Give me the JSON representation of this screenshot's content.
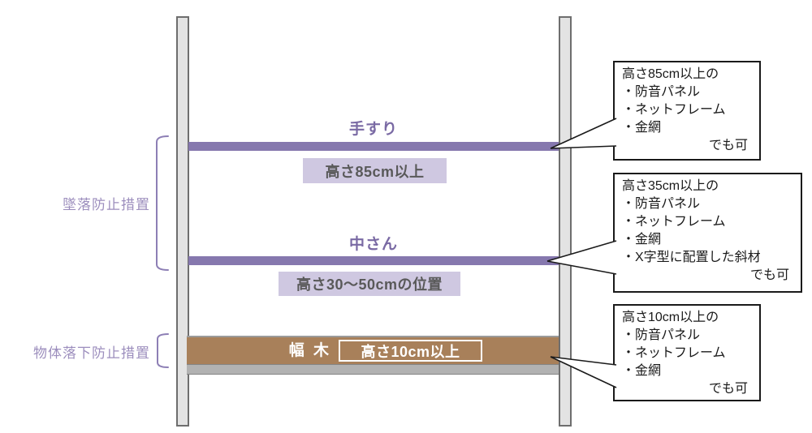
{
  "diagram": {
    "rails": [
      {
        "name": "手すり",
        "spec": "高さ85cm以上"
      },
      {
        "name": "中さん",
        "spec": "高さ30〜50cmの位置"
      }
    ],
    "toeboard": {
      "name": "幅 木",
      "spec": "高さ10cm以上"
    },
    "side_labels": [
      {
        "label": "墜落防止措置"
      },
      {
        "label": "物体落下防止措置"
      }
    ],
    "callouts": [
      {
        "title": "高さ85cm以上の",
        "items": [
          "・防音パネル",
          "・ネットフレーム",
          "・金網"
        ],
        "footer": "でも可"
      },
      {
        "title": "高さ35cm以上の",
        "items": [
          "・防音パネル",
          "・ネットフレーム",
          "・金網",
          "・X字型に配置した斜材"
        ],
        "footer": "でも可"
      },
      {
        "title": "高さ10cm以上の",
        "items": [
          "・防音パネル",
          "・ネットフレーム",
          "・金網"
        ],
        "footer": "でも可"
      }
    ],
    "colors": {
      "rail": "#8678ae",
      "rail_label": "#7a6aa4",
      "spec_bg": "#cfc8e1",
      "spec_text": "#595959",
      "toeboard": "#a8805a",
      "platform": "#b2b2b2",
      "pole_fill": "#e3e3e3",
      "pole_border": "#6e6e6e",
      "bracket": "#8d7fb5",
      "side_label": "#9c8ebd",
      "callout_border": "#1a1a1a"
    }
  }
}
